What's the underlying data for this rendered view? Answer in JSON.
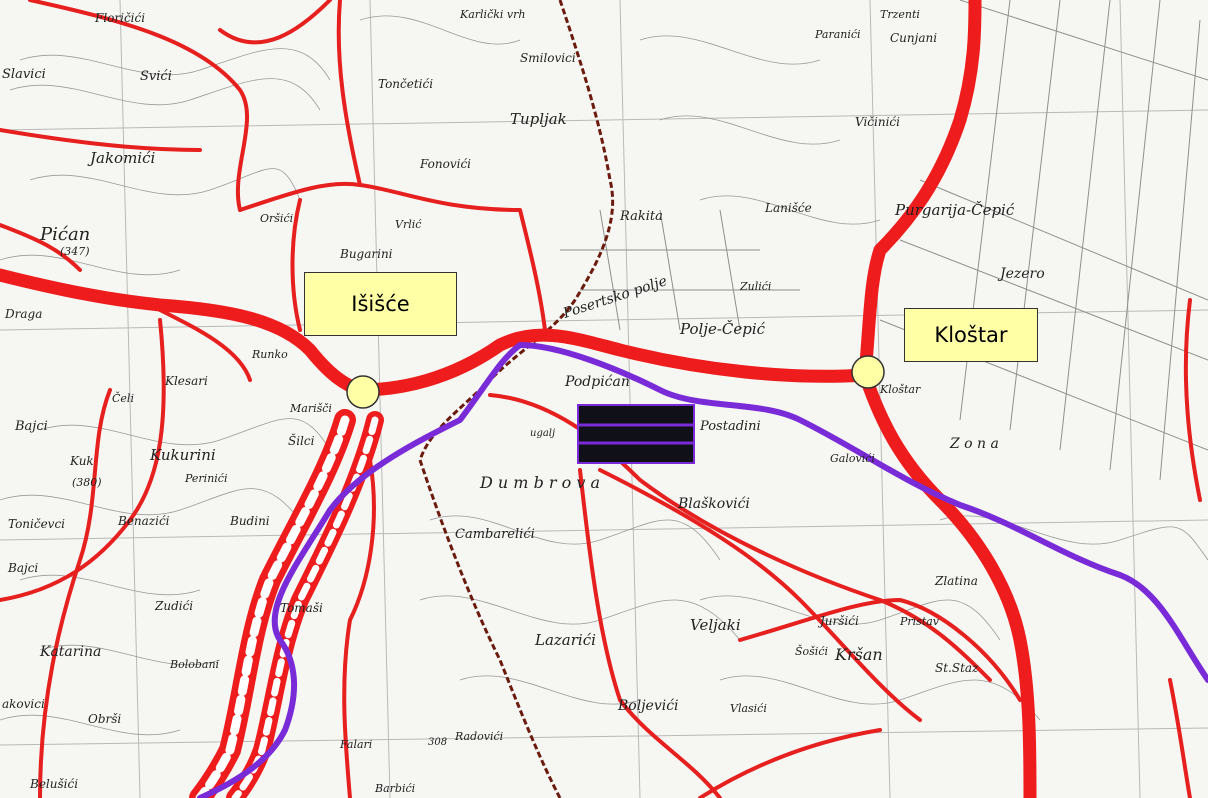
{
  "map": {
    "callouts": {
      "isisce": "Išišće",
      "klostar": "Kloštar"
    },
    "place_names": {
      "floricici": "Floričići",
      "slavici": "Slavici",
      "svici": "Svići",
      "jakomici": "Jakomići",
      "pican": "Pićan",
      "pican_elev": "(347)",
      "bajci": "Bajci",
      "kukurini": "Kukurini",
      "kuk": "Kuk",
      "kuk_elev": "(380)",
      "tonicevci": "Toničevci",
      "benazici": "Benazići",
      "bajci2": "Bajci",
      "katarina": "Katarina",
      "jakovici": "akovici",
      "belusici": "Belušići",
      "zudici": "Zudići",
      "bolobani": "Bolobani",
      "obrsi": "Obrši",
      "tomasi": "Tomaši",
      "falari": "Falari",
      "barbici": "Barbići",
      "radovici": "Radovići",
      "sv_elev": "308",
      "boljevici": "Boljevići",
      "vlasici": "Vlasići",
      "lazarici": "Lazarići",
      "veljaki": "Veljaki",
      "sosici": "Šošići",
      "jursici": "Juršići",
      "krsan": "Kršan",
      "pristav": "Pristav",
      "st_staz": "St.Staz",
      "zlatina": "Zlatina",
      "zona": "Z o n a",
      "galovici": "Galovići",
      "blaskovici": "Blaškovići",
      "dumbrova": "D u m b r o v a",
      "cambarelici": "Cambarelići",
      "podpican": "Podpićan",
      "postadini": "Postadini",
      "ugalj": "ugalj",
      "klostar_map": "Kloštar",
      "polje_cepic": "Polje-Čepić",
      "cepicko_polje": "Posertsko polje",
      "rakita": "Rakita",
      "zulici": "Zulići",
      "lanisce": "Lanišće",
      "purgarija": "Purgarija-Čepić",
      "vicinici": "Vičinići",
      "paranici": "Paranići",
      "cunjani": "Cunjani",
      "trzenti": "Trzenti",
      "tupljak": "Tupljak",
      "smilovici": "Smilovici",
      "toncetici": "Tončetići",
      "fonovici": "Fonovići",
      "vrlic": "Vrlić",
      "bugarini": "Bugarini",
      "orsici": "Oršići",
      "runko": "Runko",
      "klesari": "Klesari",
      "celi": "Čeli",
      "marisci": "Marišči",
      "silci": "Šilci",
      "perinici": "Perinići",
      "budini": "Budini",
      "karlicki_vrh": "Karlički vrh",
      "lezero": "Jezero",
      "draga": "Draga"
    },
    "colors": {
      "road_major": "#ee1c1c",
      "road_minor": "#e61f1f",
      "route_purple": "#7a2bd8",
      "railway": "#6b1a0e",
      "callout_fill": "#ffffa6",
      "node_fill": "#ffffa6",
      "station_fill": "#101018"
    },
    "icons": {
      "node": "circle-node-icon",
      "station": "station-block-icon"
    }
  }
}
